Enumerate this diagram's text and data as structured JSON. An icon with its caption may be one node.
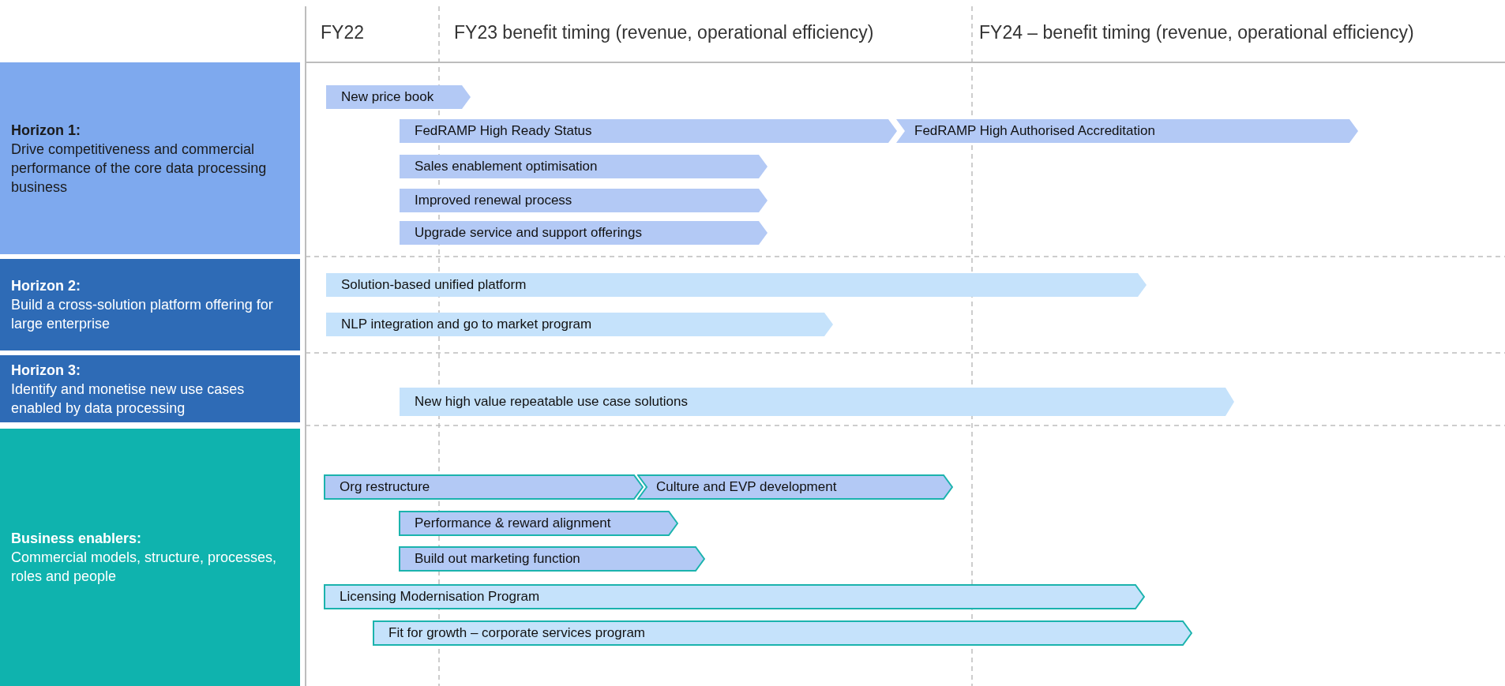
{
  "diagram": {
    "nodes": [
      {
        "text": [
          "Horizon 1:",
          "Drive competitiveness and commercial performance of the core data processing business"
        ]
      },
      {
        "text": [
          "New price book"
        ]
      },
      {
        "text": [
          "FedRAMP High Ready Status"
        ]
      },
      {
        "text": [
          "FedRAMP High Authorised Accreditation"
        ]
      },
      {
        "text": [
          "Sales enablement optimisation"
        ]
      },
      {
        "text": [
          "Improved renewal process"
        ]
      },
      {
        "text": [
          "Upgrade service and support offerings"
        ]
      },
      {
        "text": [
          "Horizon 2:",
          "Build a cross-solution platform offering for large enterprise"
        ]
      },
      {
        "text": [
          "Solution-based unified platform"
        ]
      },
      {
        "text": [
          "NLP integration and go to market program"
        ]
      },
      {
        "text": [
          "Horizon 3:",
          "Identify and monetise new use cases enabled by data processing"
        ]
      },
      {
        "text": [
          "New high value repeatable use case solutions"
        ]
      },
      {
        "text": [
          "Business enablers:",
          "Commercial models, structure, processes, roles and people"
        ]
      },
      {
        "text": [
          "Org restructure"
        ]
      },
      {
        "text": [
          "Culture and EVP development"
        ]
      },
      {
        "text": [
          "Performance & reward alignment"
        ]
      },
      {
        "text": [
          "Build out marketing function"
        ]
      },
      {
        "text": [
          "Licensing Modernisation Program"
        ]
      },
      {
        "text": [
          "Fit for growth – corporate services program"
        ]
      }
    ],
    "labels": [
      "FY22",
      "FY23 benefit timing (revenue, operational efficiency)",
      "FY24 – benefit timing (revenue, operational efficiency)"
    ]
  }
}
